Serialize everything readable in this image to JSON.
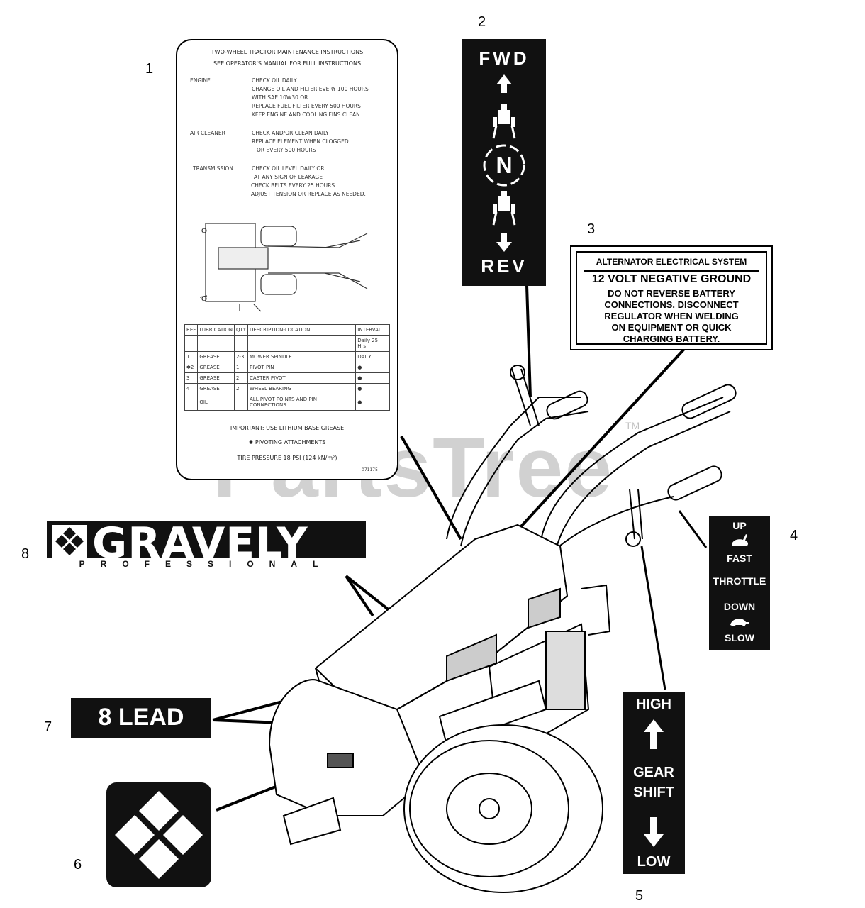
{
  "callouts": [
    "1",
    "2",
    "3",
    "4",
    "5",
    "6",
    "7",
    "8"
  ],
  "decal_maintenance": {
    "title": "TWO-WHEEL TRACTOR MAINTENANCE INSTRUCTIONS",
    "subtitle": "SEE OPERATOR'S MANUAL FOR FULL INSTRUCTIONS",
    "engine_label": "ENGINE",
    "engine_lines": [
      "CHECK OIL DAILY",
      "CHANGE OIL AND FILTER EVERY 100 HOURS",
      "WITH SAE 10W30 OR",
      "REPLACE FUEL FILTER EVERY 500 HOURS",
      "KEEP ENGINE AND COOLING FINS CLEAN"
    ],
    "air_label": "AIR CLEANER",
    "air_lines": [
      "CHECK AND/OR CLEAN DAILY",
      "REPLACE ELEMENT WHEN CLOGGED",
      "OR EVERY 500 HOURS"
    ],
    "trans_label": "TRANSMISSION",
    "trans_lines": [
      "CHECK OIL LEVEL DAILY OR",
      "AT ANY SIGN OF LEAKAGE",
      "CHECK BELTS EVERY 25 HOURS",
      "ADJUST TENSION OR REPLACE AS NEEDED."
    ],
    "table_header": [
      "REF",
      "LUBRICATION",
      "QTY",
      "DESCRIPTION-LOCATION",
      "INTERVAL"
    ],
    "interval_sub": "Daily   25 Hrs",
    "rows": [
      [
        "1",
        "GREASE",
        "2-3",
        "MOWER SPINDLE",
        "DAILY"
      ],
      [
        "✱2",
        "GREASE",
        "1",
        "PIVOT PIN",
        "●"
      ],
      [
        "3",
        "GREASE",
        "2",
        "CASTER PIVOT",
        "●"
      ],
      [
        "4",
        "GREASE",
        "2",
        "WHEEL BEARING",
        "●"
      ],
      [
        "",
        "OIL",
        "",
        "ALL PIVOT POINTS AND PIN CONNECTIONS",
        "●"
      ]
    ],
    "note1": "IMPORTANT: USE LITHIUM BASE GREASE",
    "note2": "✱ PIVOTING ATTACHMENTS",
    "note3": "TIRE PRESSURE 18 PSI (124 kN/m²)",
    "part_no": "071175"
  },
  "decal_direction": {
    "top": "FWD",
    "middle": "N",
    "bottom": "REV"
  },
  "decal_alternator": {
    "title": "ALTERNATOR ELECTRICAL SYSTEM",
    "headline": "12 VOLT NEGATIVE GROUND",
    "body": [
      "DO NOT REVERSE BATTERY",
      "CONNECTIONS. DISCONNECT",
      "REGULATOR WHEN WELDING",
      "ON EQUIPMENT OR QUICK",
      "CHARGING BATTERY."
    ]
  },
  "decal_throttle": {
    "up": "UP",
    "fast": "FAST",
    "label": "THROTTLE",
    "down": "DOWN",
    "slow": "SLOW"
  },
  "decal_gear": {
    "high": "HIGH",
    "label1": "GEAR",
    "label2": "SHIFT",
    "low": "LOW"
  },
  "decal_lead": {
    "text": "8 LEAD"
  },
  "decal_brand": {
    "name": "GRAVELY",
    "sub": "PROFESSIONAL"
  },
  "watermark": {
    "text": "PartsTree",
    "tm": "TM"
  },
  "colors": {
    "plate": "#111111",
    "paper": "#ffffff",
    "ink": "#000000"
  }
}
